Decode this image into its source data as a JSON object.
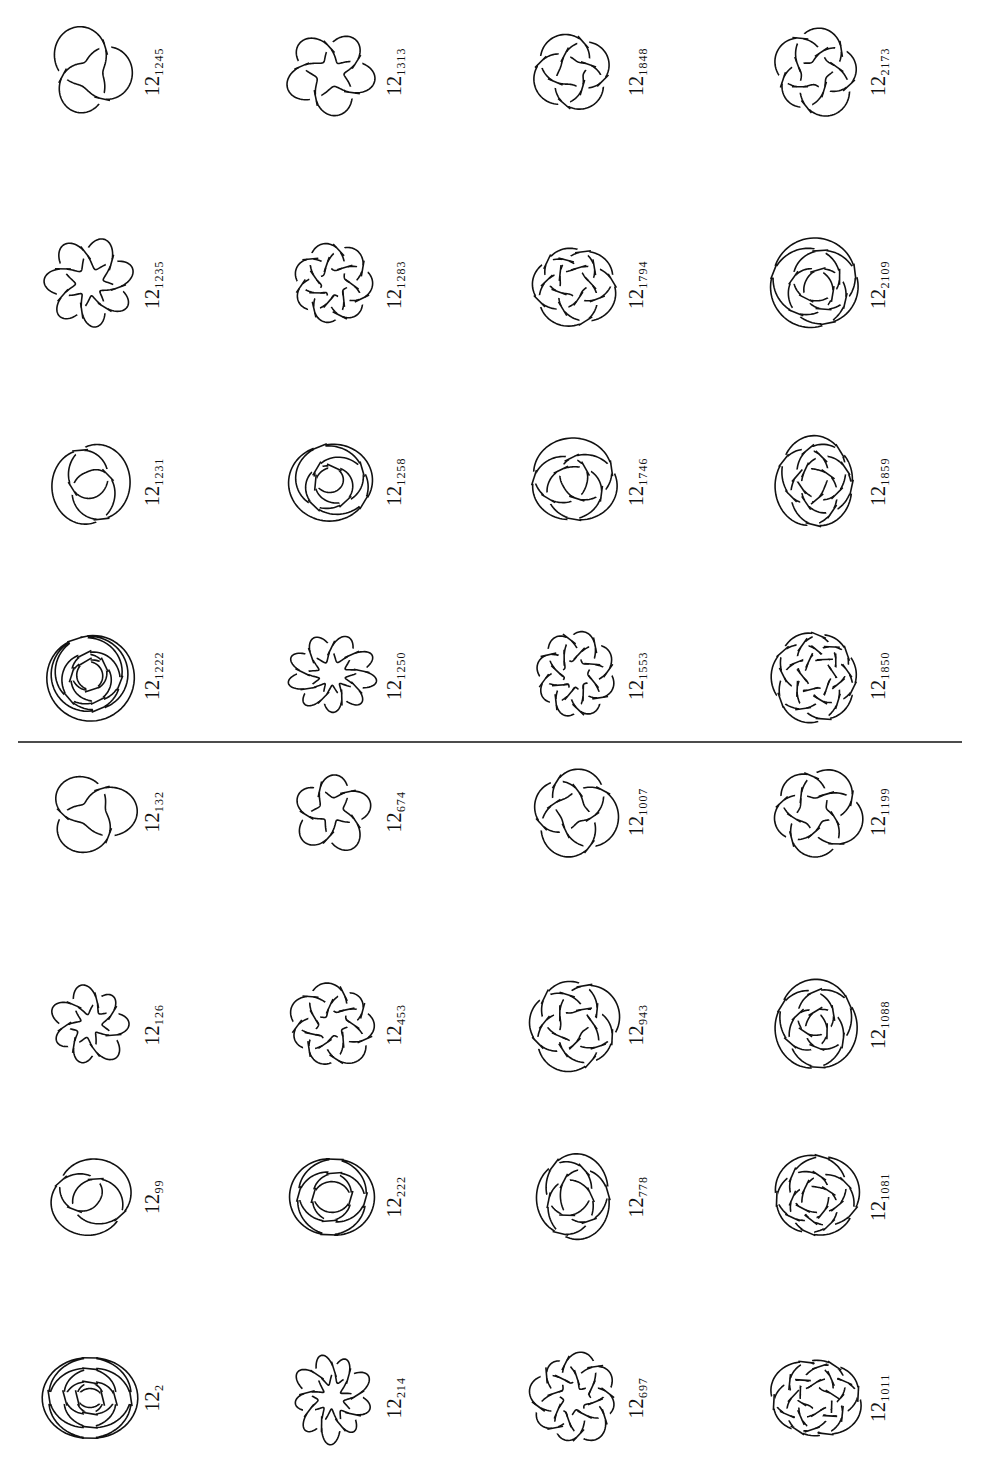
{
  "diagram": {
    "labels": [
      "12₁₂₄₅",
      "12₁₃₁₃",
      "12₁₈₄₈",
      "12₂₁₇₃",
      "12₁₂₃₅",
      "12₁₂₈₃",
      "12₁₇₉₄",
      "12₂₁₀₉",
      "12₁₂₃₁",
      "12₁₂₅₈",
      "12₁₇₄₆",
      "12₁₈₅₉",
      "12₁₂₂₂",
      "12₁₂₅₀",
      "12₁₅₅₃",
      "12₁₈₅₀",
      "12₁₃₂",
      "12₆₇₄",
      "12₁₀₀₇",
      "12₁₁₉₉",
      "12₁₂₆",
      "12₄₅₃",
      "12₉₄₃",
      "12₁₀₈₈",
      "12₉₉",
      "12₂₂₂",
      "12₇₇₈",
      "12₁₀₈₁",
      "12₂",
      "12₂₁₄",
      "12₆₉₇",
      "12₁₀₁₁"
    ]
  }
}
